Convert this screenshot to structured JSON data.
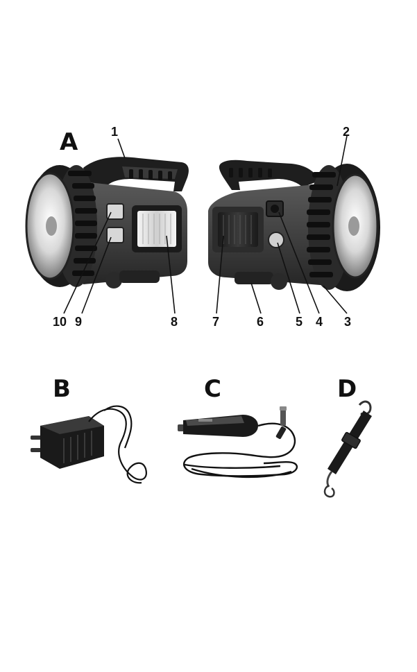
{
  "sections": {
    "a": "A",
    "b": "B",
    "c": "C",
    "d": "D"
  },
  "callouts": [
    "1",
    "2",
    "3",
    "4",
    "5",
    "6",
    "7",
    "8",
    "9",
    "10"
  ]
}
